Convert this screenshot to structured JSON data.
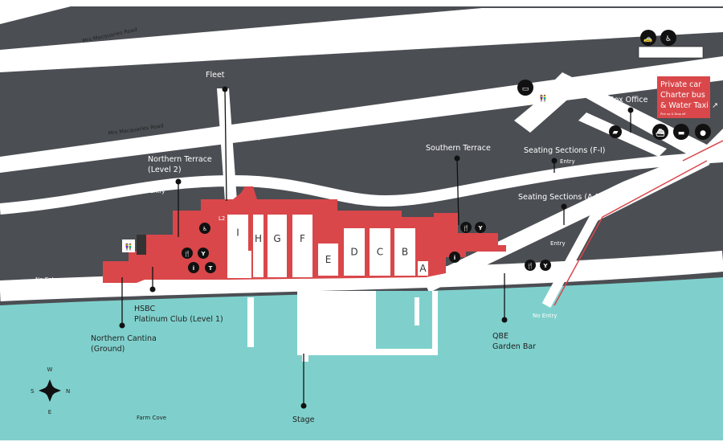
{
  "roads": {
    "upper": "Mrs Macquaries Road",
    "lower": "Mrs Macquaries Road"
  },
  "labels": {
    "fleet": "Fleet",
    "no_entry_fleet": "No Entry",
    "northern_terrace_1": "Northern Terrace",
    "northern_terrace_2": "(Level 2)",
    "no_entry_west": "No Entry",
    "no_entry_north": "No Entry",
    "southern_terrace": "Southern Terrace",
    "seating_fi": "Seating Sections (F-I)",
    "entry_fi": "Entry",
    "seating_ae": "Seating Sections (A-E)",
    "entry_ae": "Entry",
    "box_office": "Box Office",
    "no_entry_east": "No Entry",
    "hsbc_1": "HSBC",
    "hsbc_2": "Platinum Club (Level 1)",
    "cantina_1": "Northern Cantina",
    "cantina_2": "(Ground)",
    "qbe_1": "QBE",
    "qbe_2": "Garden Bar",
    "stage": "Stage",
    "farm_cove": "Farm Cove",
    "level_tag": "L2"
  },
  "transport_box": {
    "lines": [
      "Private car",
      "Charter bus",
      "& Water Taxi"
    ],
    "sub": "Pick up & Drop off",
    "color": "#d9474a"
  },
  "sections": [
    "I",
    "H",
    "G",
    "F",
    "E",
    "D",
    "C",
    "B",
    "A"
  ],
  "compass": {
    "n": "N",
    "s": "S",
    "e": "E",
    "w": "W"
  },
  "icons": [
    "taxi-icon",
    "accessible-icon",
    "bus-icon",
    "toilets-icon",
    "ticket-icon",
    "ferry-icon",
    "coach-icon",
    "staff-icon",
    "food-icon",
    "bar-icon",
    "first-aid-icon",
    "merchandise-icon",
    "picnic-table-icon"
  ],
  "colors": {
    "ground": "#4b4e53",
    "water": "#7fd0cc",
    "venue": "#d9474a",
    "path": "#ffffff"
  }
}
